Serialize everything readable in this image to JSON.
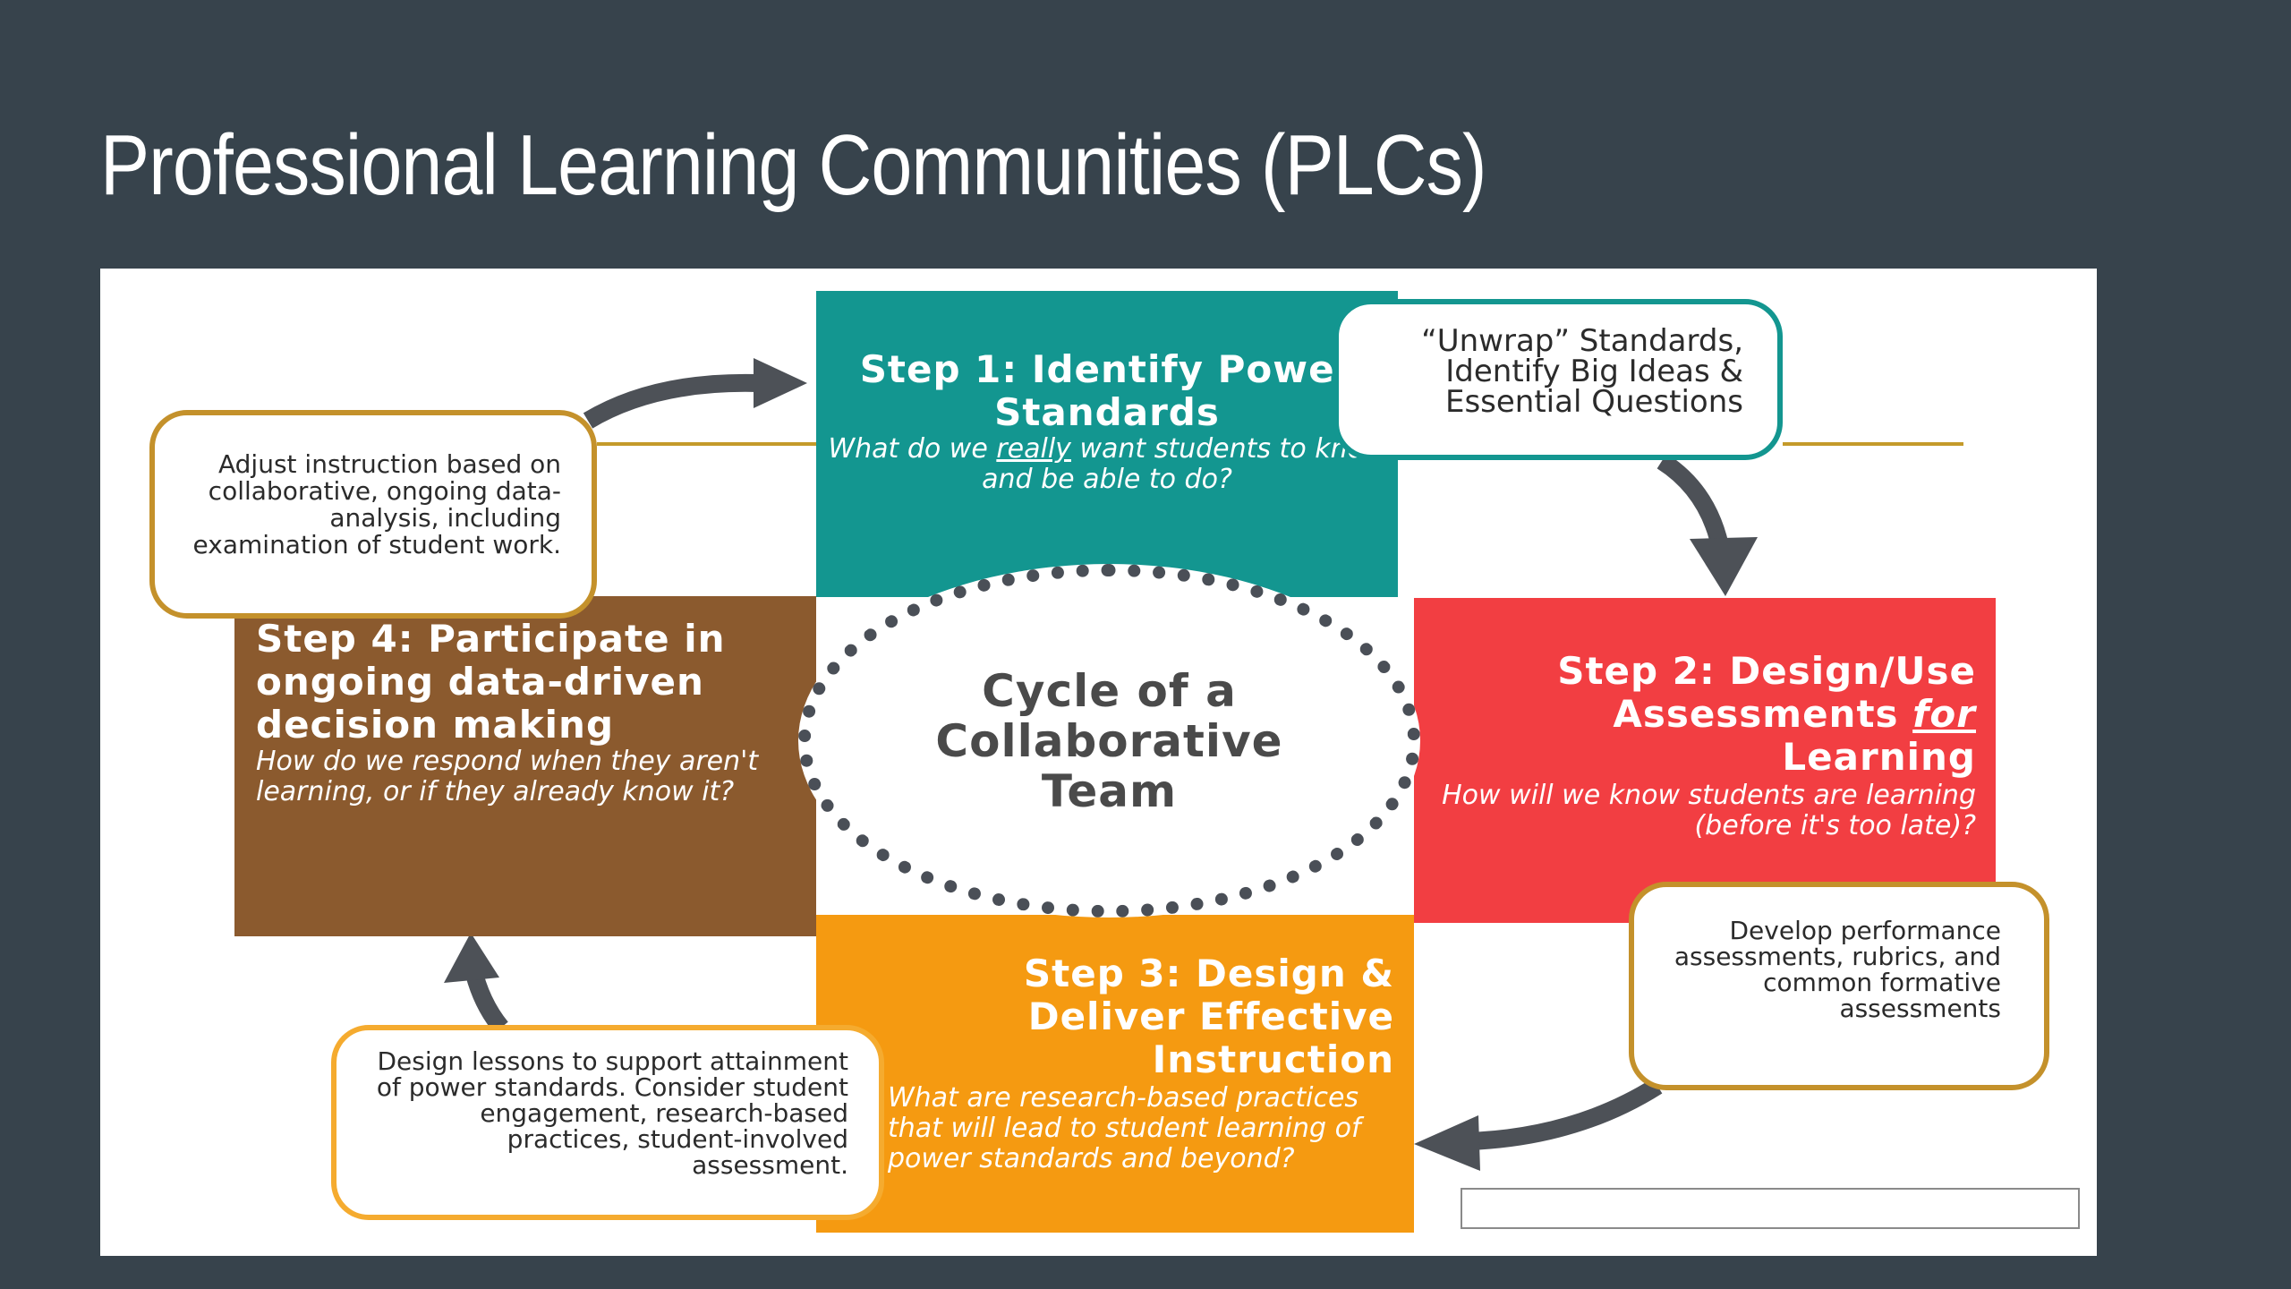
{
  "slide": {
    "title": "Professional Learning Communities (PLCs)"
  },
  "diagram": {
    "center": {
      "label": "Cycle of a Collaborative Team"
    },
    "steps": [
      {
        "title": "Step 1: Identify Power Standards",
        "question_parts": [
          "What do we ",
          "really",
          " want students to know and be able to do?"
        ],
        "color": "#139690"
      },
      {
        "title_parts": [
          "Step 2: Design/Use Assessments ",
          "for",
          " Learning"
        ],
        "question": "How will we know students are learning (before it's too late)?",
        "color": "#f23e42"
      },
      {
        "title": "Step 3: Design & Deliver Effective Instruction",
        "question": "What are research-based practices that will lead to student learning of power standards and beyond?",
        "color": "#f59a11"
      },
      {
        "title": "Step 4: Participate in ongoing data-driven decision making",
        "question": "How do we respond when they aren't learning, or if they already know it?",
        "color": "#8b5a2e"
      }
    ],
    "callouts": {
      "adjust": "Adjust instruction based on collaborative, ongoing data-analysis, including examination of student work.",
      "unwrap": "“Unwrap” Standards, Identify Big Ideas & Essential Questions",
      "develop": "Develop performance assessments, rubrics, and common formative assessments",
      "design_lessons": "Design lessons to support attainment of power standards.  Consider student engagement, research-based practices, student-involved assessment."
    }
  }
}
